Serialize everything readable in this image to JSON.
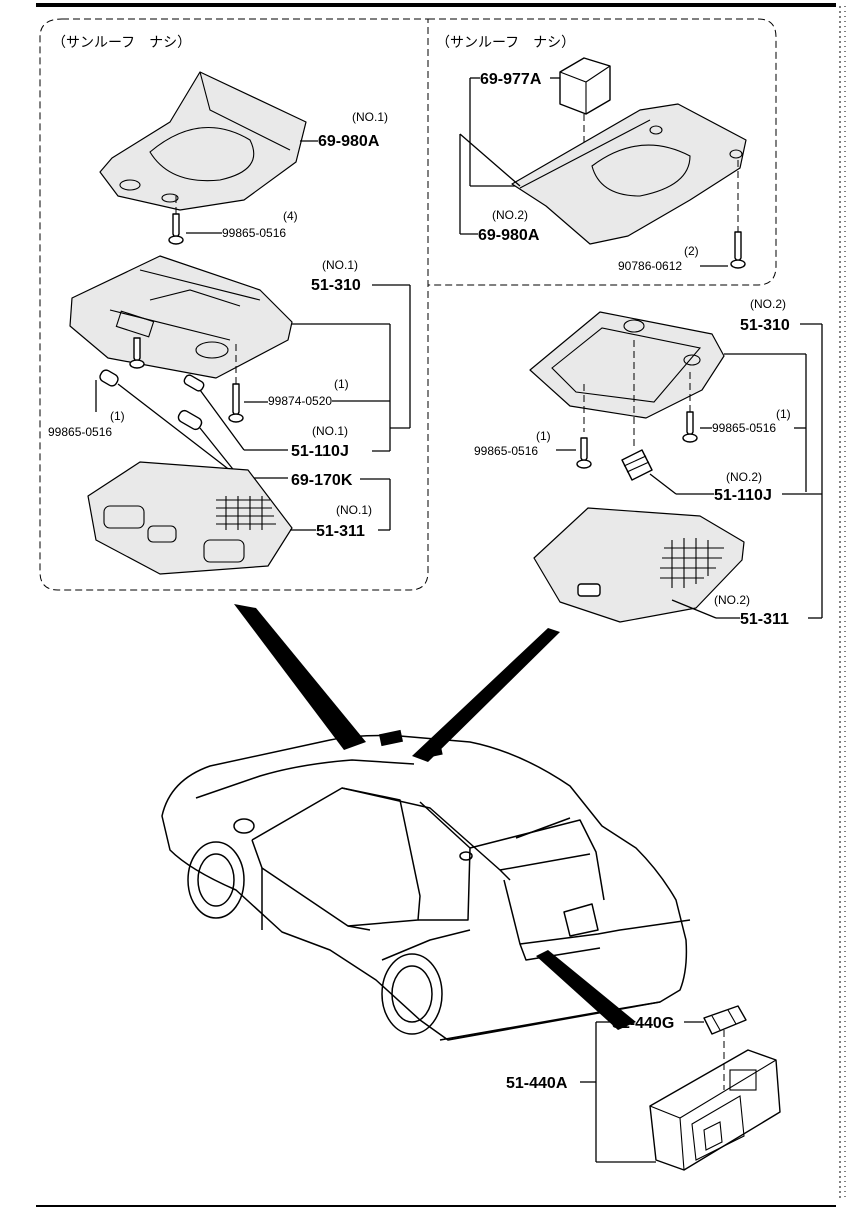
{
  "groups": {
    "left_header": "（サンルーフ　ナシ）",
    "right_header": "（サンルーフ　ナシ）"
  },
  "callouts": {
    "p69_980A_no1_qual": "(NO.1)",
    "p69_980A_no1": "69-980A",
    "p99865_0516_a_qty": "(4)",
    "p99865_0516_a": "99865-0516",
    "p51_310_no1_qual": "(NO.1)",
    "p51_310_no1": "51-310",
    "p99874_0520_qty": "(1)",
    "p99874_0520": "99874-0520",
    "p99865_0516_b_qty": "(1)",
    "p99865_0516_b": "99865-0516",
    "p51_110J_no1_qual": "(NO.1)",
    "p51_110J_no1": "51-110J",
    "p69_170K": "69-170K",
    "p51_311_no1_qual": "(NO.1)",
    "p51_311_no1": "51-311",
    "p69_977A": "69-977A",
    "p69_980A_no2_qual": "(NO.2)",
    "p69_980A_no2": "69-980A",
    "p90786_0612_qty": "(2)",
    "p90786_0612": "90786-0612",
    "p51_310_no2_qual": "(NO.2)",
    "p51_310_no2": "51-310",
    "p99865_0516_c_qty": "(1)",
    "p99865_0516_c": "99865-0516",
    "p99865_0516_d_qty": "(1)",
    "p99865_0516_d": "99865-0516",
    "p51_110J_no2_qual": "(NO.2)",
    "p51_110J_no2": "51-110J",
    "p51_311_no2_qual": "(NO.2)",
    "p51_311_no2": "51-311",
    "p51_440G": "51-440G",
    "p51_440A": "51-440A"
  }
}
